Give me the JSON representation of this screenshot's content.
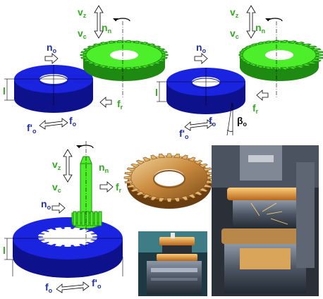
{
  "colors": {
    "workpiece": "#1a23e0",
    "workpiece_dark": "#0d128c",
    "tool": "#4dee2a",
    "tool_dark": "#1f8a12",
    "label_blue": "#2233aa",
    "label_green": "#33aa22"
  },
  "panel_top_left": {
    "v_z": "v",
    "v_z_sub": "z",
    "v_c": "v",
    "v_c_sub": "c",
    "n_n": "n",
    "n_n_sub": "n",
    "n_o": "n",
    "n_o_sub": "o",
    "l": "l",
    "f_r": "f",
    "f_r_sub": "r",
    "f_o_prime": "f'",
    "f_o_prime_sub": "o",
    "f_o": "f",
    "f_o_sub": "o"
  },
  "panel_top_right": {
    "v_z": "v",
    "v_z_sub": "z",
    "v_c": "v",
    "v_c_sub": "c",
    "n_n": "n",
    "n_n_sub": "n",
    "n_o": "n",
    "n_o_sub": "o",
    "l": "l",
    "f_r": "f",
    "f_r_sub": "r",
    "f_o_prime": "f'",
    "f_o_prime_sub": "o",
    "f_o": "f",
    "f_o_sub": "o",
    "beta_o": "β",
    "beta_o_sub": "o"
  },
  "panel_bottom_left": {
    "v_z": "v",
    "v_z_sub": "z",
    "v_c": "v",
    "v_c_sub": "c",
    "n_n": "n",
    "n_n_sub": "n",
    "n_o": "n",
    "n_o_sub": "o",
    "l": "l",
    "f_r": "f",
    "f_r_sub": "r",
    "f_o": "f",
    "f_o_sub": "o",
    "f_o_prime": "f'",
    "f_o_prime_sub": "o"
  },
  "photos": {
    "cutter_photo": "shaper cutter photo",
    "machine_closeup": "gear shaping close-up photo",
    "machine_interior": "gear shaping machine photo"
  }
}
